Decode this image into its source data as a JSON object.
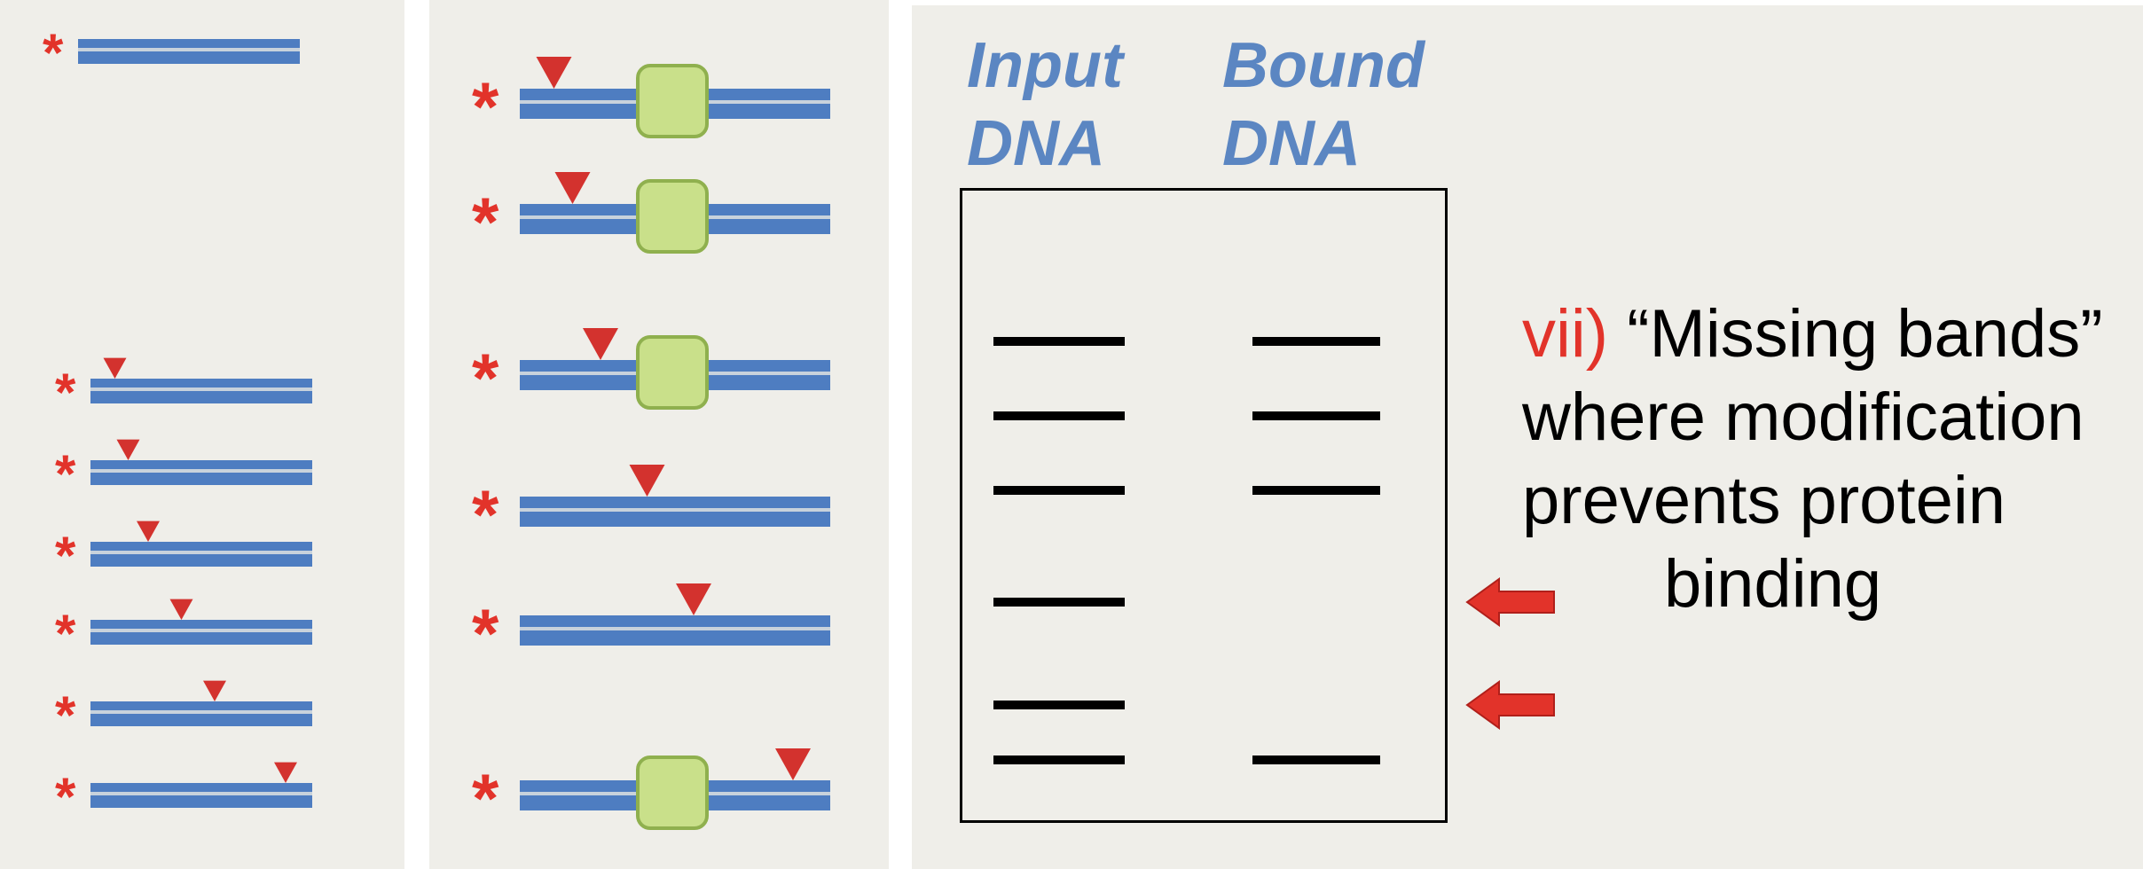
{
  "left_panel": {
    "strands": [
      {
        "star": "*",
        "mark": null
      },
      {
        "star": "*",
        "mark": 0.11
      },
      {
        "star": "*",
        "mark": 0.17
      },
      {
        "star": "*",
        "mark": 0.26
      },
      {
        "star": "*",
        "mark": 0.41
      },
      {
        "star": "*",
        "mark": 0.56
      },
      {
        "star": "*",
        "mark": 0.88
      }
    ],
    "strand_color": "#4e7dc1",
    "marker_color": "#d3322e",
    "star_color": "#e2332a"
  },
  "middle_panel": {
    "strands": [
      {
        "star": "*",
        "mark": 0.11,
        "protein": true
      },
      {
        "star": "*",
        "mark": 0.17,
        "protein": true
      },
      {
        "star": "*",
        "mark": 0.26,
        "protein": true
      },
      {
        "star": "*",
        "mark": 0.41,
        "protein": false
      },
      {
        "star": "*",
        "mark": 0.56,
        "protein": false
      },
      {
        "star": "*",
        "mark": 0.88,
        "protein": true
      }
    ],
    "protein_color": "#c9e08a"
  },
  "gel": {
    "input_heading_line1": "Input",
    "input_heading_line2": "DNA",
    "bound_heading_line1": "Bound",
    "bound_heading_line2": "DNA",
    "heading_color": "#5b86c2",
    "bands": [
      {
        "input": true,
        "bound": true
      },
      {
        "input": true,
        "bound": true
      },
      {
        "input": true,
        "bound": true
      },
      {
        "input": true,
        "bound": false
      },
      {
        "input": true,
        "bound": false
      },
      {
        "input": true,
        "bound": true
      }
    ],
    "arrow_color": "#e2332a"
  },
  "caption": {
    "number": "vii)",
    "line1": "“Missing bands”",
    "line2": "where modification",
    "line3": "prevents  protein",
    "line4": "binding"
  }
}
